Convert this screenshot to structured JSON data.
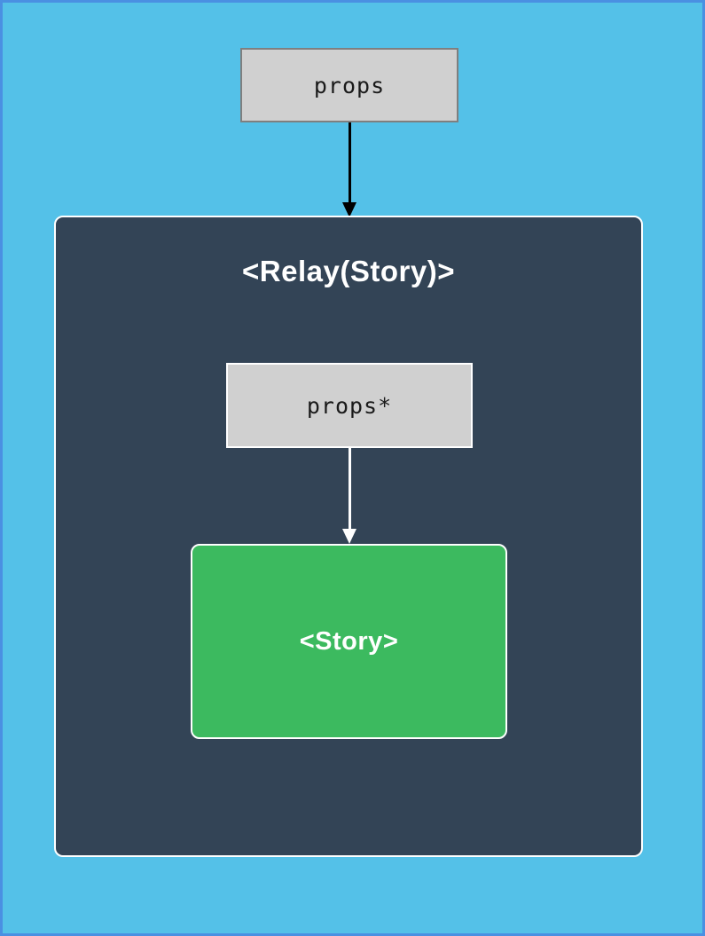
{
  "diagram": {
    "outer_props_label": "props",
    "relay_container_title": "<Relay(Story)>",
    "inner_props_label": "props*",
    "story_label": "<Story>"
  },
  "colors": {
    "page_background": "#54c1e8",
    "page_border": "#4a90e2",
    "relay_container_bg": "#334456",
    "relay_container_border": "#ffffff",
    "gray_box_bg": "#d0d0d0",
    "outer_gray_box_border": "#7f7f7f",
    "inner_gray_box_border": "#ffffff",
    "story_box_bg": "#3cba5f",
    "story_box_border": "#ffffff",
    "black_arrow": "#000000",
    "white_arrow": "#ffffff",
    "props_text": "#1a1a1a",
    "title_text": "#ffffff"
  }
}
